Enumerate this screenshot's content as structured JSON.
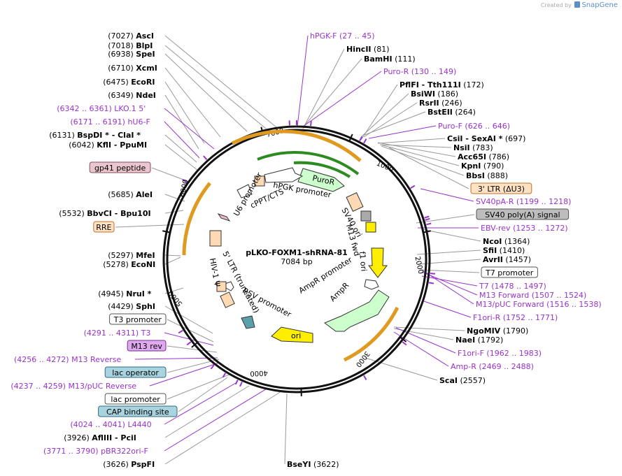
{
  "app": {
    "credit_prefix": "Created by",
    "credit_brand": "SnapGene"
  },
  "plasmid": {
    "name": "pLKO-FOXM1-shRNA-81",
    "size": "7084 bp"
  },
  "colors": {
    "primer": "#9933cc",
    "enzyme": "#000000",
    "green": "#228b22",
    "orange": "#e07b00",
    "yellow": "#ffee00",
    "backbone": "#111111"
  },
  "ticks": [
    "1000",
    "2000",
    "3000",
    "4000",
    "5000",
    "6000",
    "7000"
  ],
  "left_labels": [
    {
      "pos": "(7027)",
      "name": "AscI",
      "kind": "enzyme"
    },
    {
      "pos": "(7018)",
      "name": "BlpI",
      "kind": "enzyme"
    },
    {
      "pos": "(6938)",
      "name": "SpeI",
      "kind": "enzyme"
    },
    {
      "pos": "(6710)",
      "name": "XcmI",
      "kind": "enzyme"
    },
    {
      "pos": "(6475)",
      "name": "EcoRI",
      "kind": "enzyme"
    },
    {
      "pos": "(6349)",
      "name": "NdeI",
      "kind": "enzyme"
    },
    {
      "pos": "(6342 .. 6361)",
      "name": "LKO.1 5'",
      "kind": "primer"
    },
    {
      "pos": "(6171 .. 6191)",
      "name": "hU6-F",
      "kind": "primer"
    },
    {
      "pos": "(6131)",
      "name": "BspDI * - ClaI *",
      "kind": "enzyme"
    },
    {
      "pos": "(6042)",
      "name": "KflI - PpuMI",
      "kind": "enzyme"
    },
    {
      "pos": "",
      "name": "gp41 peptide",
      "kind": "box-pink"
    },
    {
      "pos": "(5685)",
      "name": "AleI",
      "kind": "enzyme"
    },
    {
      "pos": "(5532)",
      "name": "BbvCI - Bpu10I",
      "kind": "enzyme"
    },
    {
      "pos": "",
      "name": "RRE",
      "kind": "box-orange"
    },
    {
      "pos": "(5297)",
      "name": "MfeI",
      "kind": "enzyme"
    },
    {
      "pos": "(5278)",
      "name": "EcoNI",
      "kind": "enzyme"
    },
    {
      "pos": "(4945)",
      "name": "NruI *",
      "kind": "enzyme"
    },
    {
      "pos": "(4429)",
      "name": "SphI",
      "kind": "enzyme"
    },
    {
      "pos": "",
      "name": "T3 promoter",
      "kind": "box-white"
    },
    {
      "pos": "(4291 .. 4311)",
      "name": "T3",
      "kind": "primer"
    },
    {
      "pos": "",
      "name": "M13 rev",
      "kind": "box-violet"
    },
    {
      "pos": "(4256 .. 4272)",
      "name": "M13 Reverse",
      "kind": "primer"
    },
    {
      "pos": "",
      "name": "lac operator",
      "kind": "box-teal"
    },
    {
      "pos": "(4237 .. 4259)",
      "name": "M13/pUC Reverse",
      "kind": "primer"
    },
    {
      "pos": "",
      "name": "lac promoter",
      "kind": "box-white"
    },
    {
      "pos": "",
      "name": "CAP binding site",
      "kind": "box-teal"
    },
    {
      "pos": "(4024 .. 4041)",
      "name": "L4440",
      "kind": "primer"
    },
    {
      "pos": "(3926)",
      "name": "AflIII - PciI",
      "kind": "enzyme"
    },
    {
      "pos": "(3771 .. 3790)",
      "name": "pBR322ori-F",
      "kind": "primer"
    },
    {
      "pos": "(3626)",
      "name": "PspFI",
      "kind": "enzyme"
    }
  ],
  "right_labels": [
    {
      "name": "hPGK-F",
      "pos": "(27 .. 45)",
      "kind": "primer"
    },
    {
      "name": "HincII",
      "pos": "(81)",
      "kind": "enzyme"
    },
    {
      "name": "BamHI",
      "pos": "(111)",
      "kind": "enzyme"
    },
    {
      "name": "Puro-R",
      "pos": "(130 .. 149)",
      "kind": "primer"
    },
    {
      "name": "PflFI - Tth111I",
      "pos": "(172)",
      "kind": "enzyme"
    },
    {
      "name": "BsiWI",
      "pos": "(186)",
      "kind": "enzyme"
    },
    {
      "name": "RsrII",
      "pos": "(246)",
      "kind": "enzyme"
    },
    {
      "name": "BstEII",
      "pos": "(264)",
      "kind": "enzyme"
    },
    {
      "name": "Puro-F",
      "pos": "(626 .. 646)",
      "kind": "primer"
    },
    {
      "name": "CsiI - SexAI *",
      "pos": "(697)",
      "kind": "enzyme"
    },
    {
      "name": "NsiI",
      "pos": "(783)",
      "kind": "enzyme"
    },
    {
      "name": "Acc65I",
      "pos": "(786)",
      "kind": "enzyme"
    },
    {
      "name": "KpnI",
      "pos": "(790)",
      "kind": "enzyme"
    },
    {
      "name": "BbsI",
      "pos": "(888)",
      "kind": "enzyme"
    },
    {
      "name": "3' LTR (ΔU3)",
      "pos": "",
      "kind": "box-orange"
    },
    {
      "name": "SV40pA-R",
      "pos": "(1199 .. 1218)",
      "kind": "primer"
    },
    {
      "name": "SV40 poly(A) signal",
      "pos": "",
      "kind": "box-gray"
    },
    {
      "name": "EBV-rev",
      "pos": "(1253 .. 1272)",
      "kind": "primer"
    },
    {
      "name": "NcoI",
      "pos": "(1364)",
      "kind": "enzyme"
    },
    {
      "name": "SfiI",
      "pos": "(1410)",
      "kind": "enzyme"
    },
    {
      "name": "AvrII",
      "pos": "(1457)",
      "kind": "enzyme"
    },
    {
      "name": "T7 promoter",
      "pos": "",
      "kind": "box-white"
    },
    {
      "name": "T7",
      "pos": "(1478 .. 1497)",
      "kind": "primer"
    },
    {
      "name": "M13 Forward",
      "pos": "(1507 .. 1524)",
      "kind": "primer"
    },
    {
      "name": "M13/pUC Forward",
      "pos": "(1516 .. 1538)",
      "kind": "primer"
    },
    {
      "name": "F1ori-R",
      "pos": "(1752 .. 1771)",
      "kind": "primer"
    },
    {
      "name": "NgoMIV",
      "pos": "(1790)",
      "kind": "enzyme"
    },
    {
      "name": "NaeI",
      "pos": "(1792)",
      "kind": "enzyme"
    },
    {
      "name": "F1ori-F",
      "pos": "(1962 .. 1983)",
      "kind": "primer"
    },
    {
      "name": "Amp-R",
      "pos": "(2469 .. 2488)",
      "kind": "primer"
    },
    {
      "name": "ScaI",
      "pos": "(2557)",
      "kind": "enzyme"
    },
    {
      "name": "BseYI",
      "pos": "(3622)",
      "kind": "enzyme"
    }
  ],
  "inner_labels": [
    "U6 promoter",
    "cPPT/CTS",
    "hPGK promoter",
    "PuroR",
    "SV40 ori",
    "M13 fwd",
    "f1 ori",
    "AmpR promoter",
    "AmpR",
    "ori",
    "RSV promoter",
    "HIV-1 Ψ",
    "5' LTR (truncated)"
  ]
}
